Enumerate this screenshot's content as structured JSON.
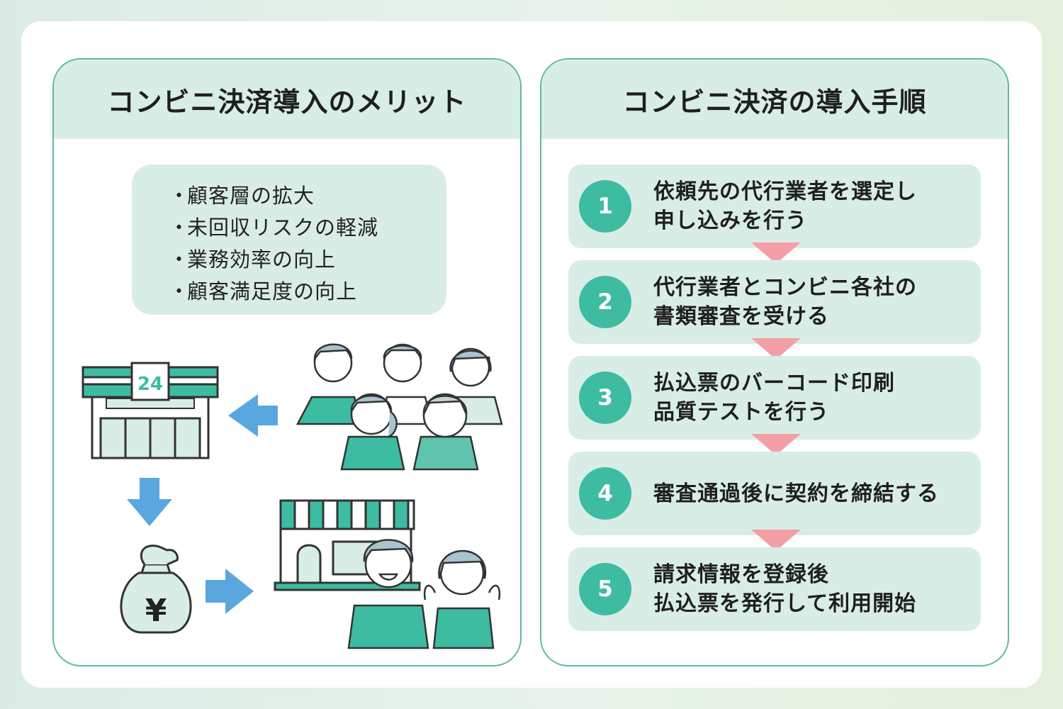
{
  "left_panel": {
    "title": "コンビニ決済導入のメリット",
    "merits": [
      "顧客層の拡大",
      "未回収リスクの軽減",
      "業務効率の向上",
      "顧客満足度の向上"
    ],
    "bullet": "・",
    "store_sign": "24",
    "money_symbol": "¥",
    "icons": [
      "convenience-store-icon",
      "customers-group-icon",
      "arrow-left-icon",
      "arrow-down-icon",
      "money-bag-icon",
      "arrow-right-icon",
      "shop-icon",
      "shop-staff-icon"
    ]
  },
  "right_panel": {
    "title": "コンビニ決済の導入手順",
    "steps": [
      {
        "num": "1",
        "lines": [
          "依頼先の代行業者を選定し",
          "申し込みを行う"
        ]
      },
      {
        "num": "2",
        "lines": [
          "代行業者とコンビニ各社の",
          "書類審査を受ける"
        ]
      },
      {
        "num": "3",
        "lines": [
          "払込票のバーコード印刷",
          "品質テストを行う"
        ]
      },
      {
        "num": "4",
        "lines": [
          "審査通過後に契約を締結する"
        ]
      },
      {
        "num": "5",
        "lines": [
          "請求情報を登録後",
          "払込票を発行して利用開始"
        ]
      }
    ]
  },
  "colors": {
    "accent": "#3dbca2",
    "light": "#d9ede7",
    "border": "#5fb89e",
    "arrow_pink": "#f2a0a6",
    "arrow_blue": "#5aa7df"
  }
}
